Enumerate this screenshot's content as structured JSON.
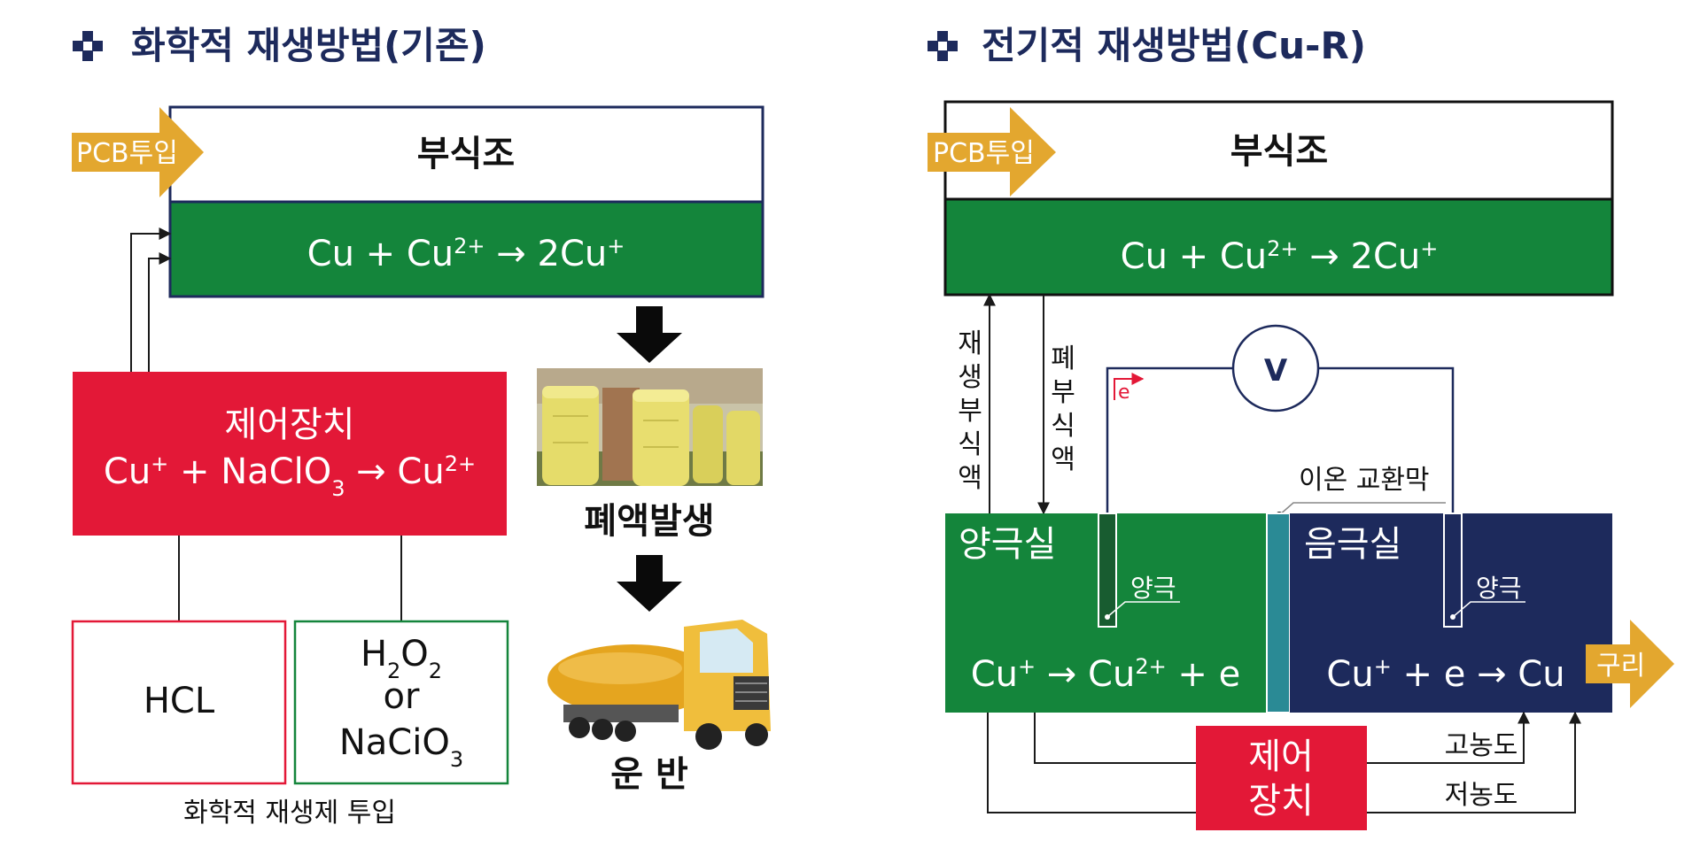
{
  "left": {
    "title": "화학적 재생방법(기존)",
    "pcb_input": "PCB투입",
    "tank_label": "부식조",
    "tank_reaction": {
      "a": "Cu +  Cu",
      "sup1": "2+",
      "b": " → 2Cu",
      "sup2": "+"
    },
    "control": {
      "title": "제어장치",
      "r1": "Cu",
      "r1sup": "+",
      "r2": " + NaClO",
      "r2sub": "3",
      "r3": " → Cu",
      "r3sup": "2+"
    },
    "hcl": "HCL",
    "h2o2": {
      "h": "H",
      "hsub": "2",
      "o": "O",
      "osub": "2"
    },
    "or": "or",
    "naclo3": {
      "base": "NaCiO",
      "sub": "3"
    },
    "reagent_caption": "화학적 재생제 투입",
    "waste": "폐액발생",
    "transport": "운 반"
  },
  "right": {
    "title": "전기적 재생방법(Cu-R)",
    "pcb_input": "PCB투입",
    "tank_label": "부식조",
    "tank_reaction": {
      "a": "Cu +  Cu",
      "sup1": "2+",
      "b": " → 2Cu",
      "sup2": "+"
    },
    "regen_label": [
      "재",
      "생",
      "부",
      "식",
      "액"
    ],
    "waste_label": [
      "폐",
      "부",
      "식",
      "액"
    ],
    "voltmeter": "V",
    "electron": "e",
    "membrane_label": "이온 교환막",
    "anode_chamber": "양극실",
    "cathode_chamber": "음극실",
    "anode_label_left": "양극",
    "anode_label_right": "양극",
    "anode_reaction": {
      "a": "Cu",
      "sup1": "+",
      "b": " →  Cu",
      "sup2": "2+",
      "c": " + e"
    },
    "cathode_reaction": {
      "a": "Cu",
      "sup1": "+",
      "b": " + e →  Cu"
    },
    "copper_output": "구리",
    "control": [
      "제어",
      "장치"
    ],
    "high_conc": "고농도",
    "low_conc": "저농도"
  },
  "colors": {
    "navy": "#1d2a5c",
    "green": "#14853b",
    "red": "#e31837",
    "gold": "#e3a72f",
    "teal": "#2a8a95",
    "dark_green": "#185c30"
  }
}
